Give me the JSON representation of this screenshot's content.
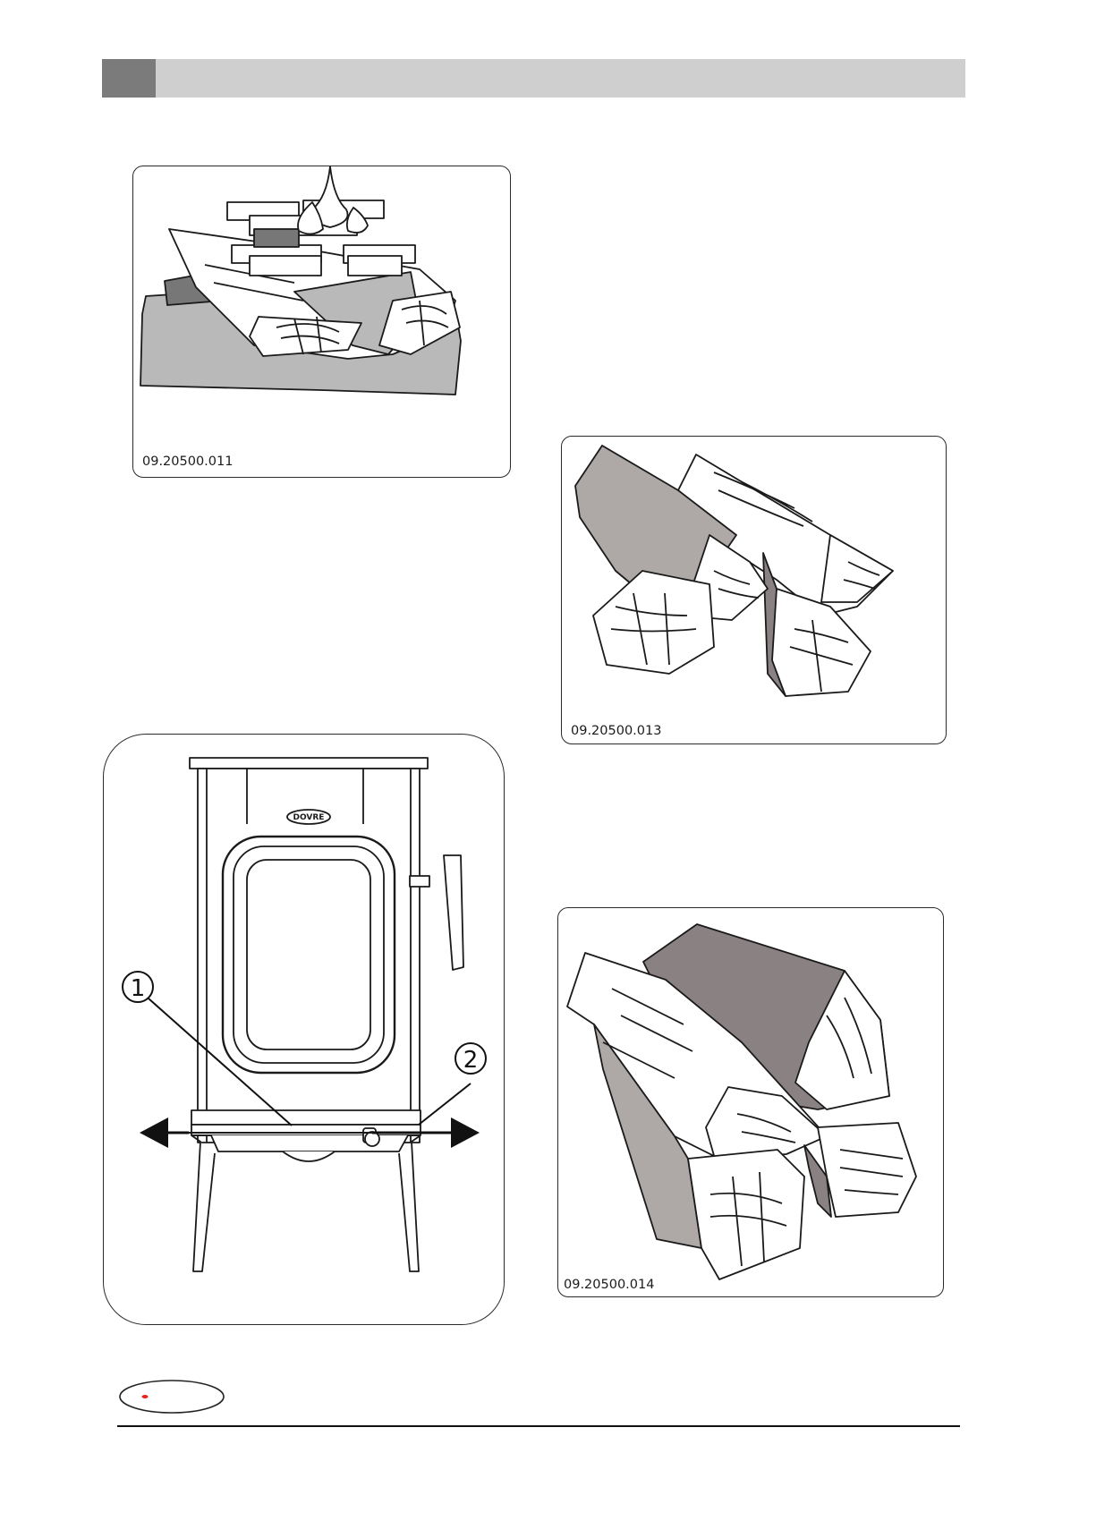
{
  "figures": {
    "fig1": {
      "caption": "09.20500.011"
    },
    "fig2": {
      "caption": "09.20500.013"
    },
    "fig3": {
      "caption": "09.20500.014"
    },
    "fig4": {
      "callout_1": "1",
      "callout_2": "2",
      "badge_text": "DOVRE"
    }
  },
  "colors": {
    "header_bar": "#cfcfcf",
    "header_tab": "#7b7b7b",
    "wood_shade_light": "#b9b9b9",
    "wood_shade_dark": "#8a8282",
    "logo_dot": "#e8221c"
  }
}
